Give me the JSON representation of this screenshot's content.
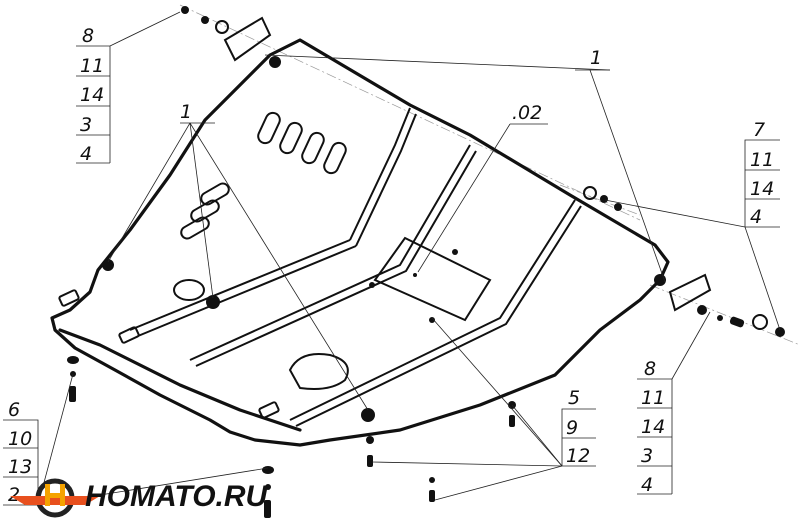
{
  "callouts": {
    "top_left_stack": [
      "8",
      "11",
      "14",
      "3",
      "4"
    ],
    "right_top_stack": [
      "7",
      "11",
      "14",
      "4"
    ],
    "right_bottom_stack": [
      "8",
      "11",
      "14",
      "3",
      "4"
    ],
    "bottom_middle_stack": [
      "5",
      "9",
      "12"
    ],
    "bottom_left_stack": [
      "6",
      "10",
      "13",
      "2"
    ],
    "part_1_top": "1",
    "part_1_left": "1",
    "part_02": ".02"
  },
  "logo": {
    "text": "HOMATO.RU",
    "colors": {
      "wing": "#e8501e",
      "center": "#f5a300"
    }
  }
}
